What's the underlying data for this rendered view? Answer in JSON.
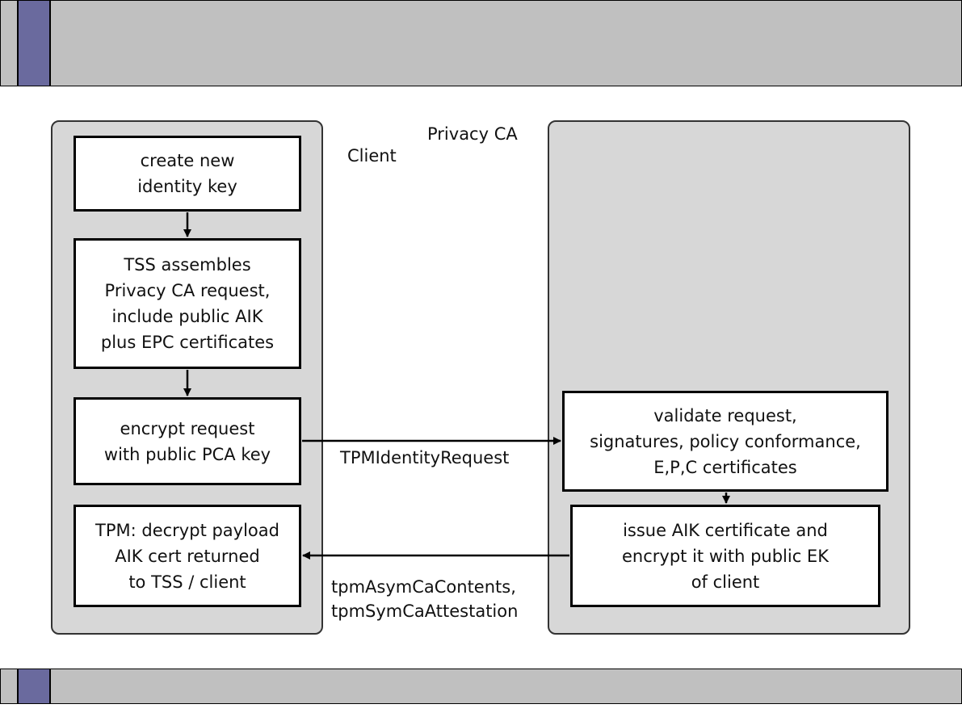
{
  "lanes": {
    "privacy_ca_label": "Privacy CA",
    "client_label": "Client"
  },
  "steps": {
    "create_identity_key": "create new\nidentity key",
    "assemble_request": "TSS assembles\nPrivacy CA request,\ninclude public AIK\nplus EPC certificates",
    "encrypt_request": "encrypt request\nwith public PCA key",
    "decrypt_payload": "TPM: decrypt payload\nAIK cert returned\nto TSS / client",
    "validate_request": "validate request,\nsignatures, policy conformance,\nE,P,C certificates",
    "issue_certificate": "issue AIK certificate and\nencrypt it with public EK\nof client"
  },
  "messages": {
    "identity_request": "TPMIdentityRequest",
    "ca_response": "tpmAsymCaContents,\ntpmSymCaAttestation"
  },
  "colors": {
    "header_band": "#c0c0c0",
    "accent": "#6a6a9e",
    "panel": "#d7d7d7",
    "box": "#ffffff"
  }
}
